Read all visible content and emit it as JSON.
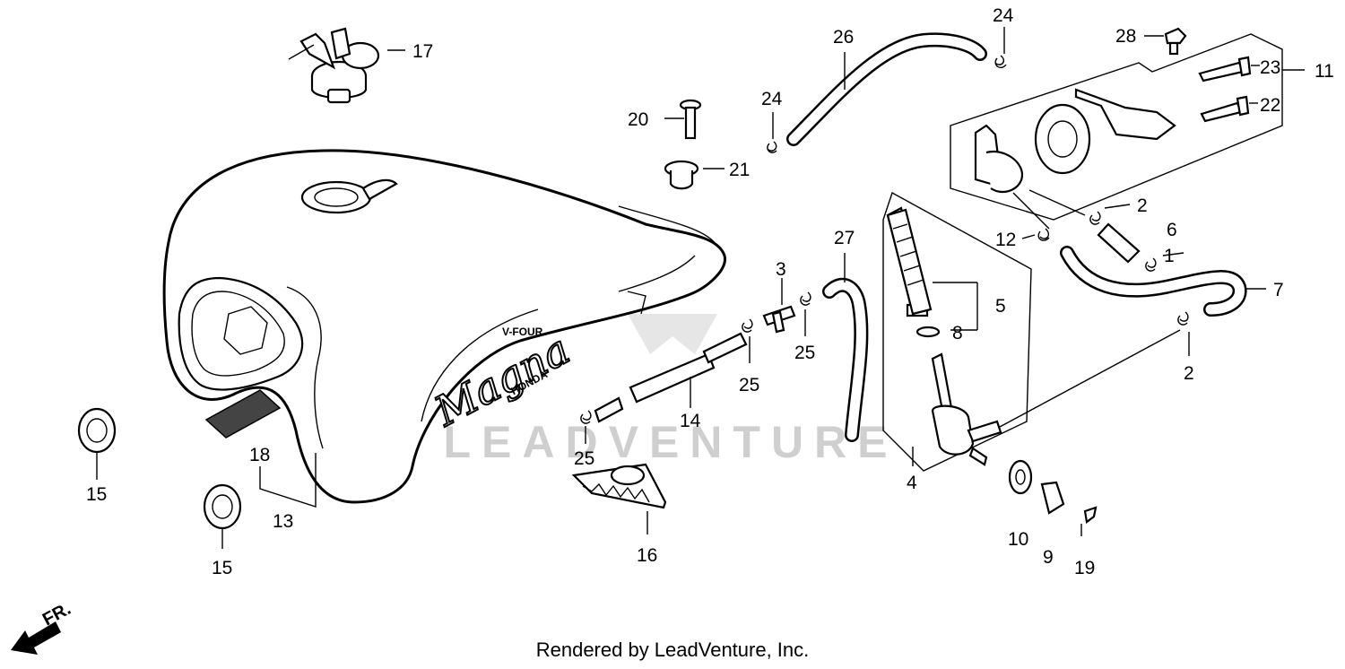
{
  "diagram": {
    "footer": "Rendered by LeadVenture, Inc.",
    "watermark": "LEADVENTURE",
    "front_marker": "FR.",
    "tank_logo": {
      "script": "Magna",
      "top": "V-FOUR",
      "brand": "HONDA"
    },
    "callouts": {
      "p1": "1",
      "p2a": "2",
      "p2b": "2",
      "p3": "3",
      "p4": "4",
      "p5": "5",
      "p6": "6",
      "p7": "7",
      "p8": "8",
      "p9": "9",
      "p10": "10",
      "p11": "11",
      "p12": "12",
      "p13": "13",
      "p14": "14",
      "p15a": "15",
      "p15b": "15",
      "p16": "16",
      "p17": "17",
      "p18": "18",
      "p19": "19",
      "p20": "20",
      "p21": "21",
      "p22": "22",
      "p23": "23",
      "p24a": "24",
      "p24b": "24",
      "p25a": "25",
      "p25b": "25",
      "p25c": "25",
      "p26": "26",
      "p27": "27",
      "p28": "28"
    }
  }
}
